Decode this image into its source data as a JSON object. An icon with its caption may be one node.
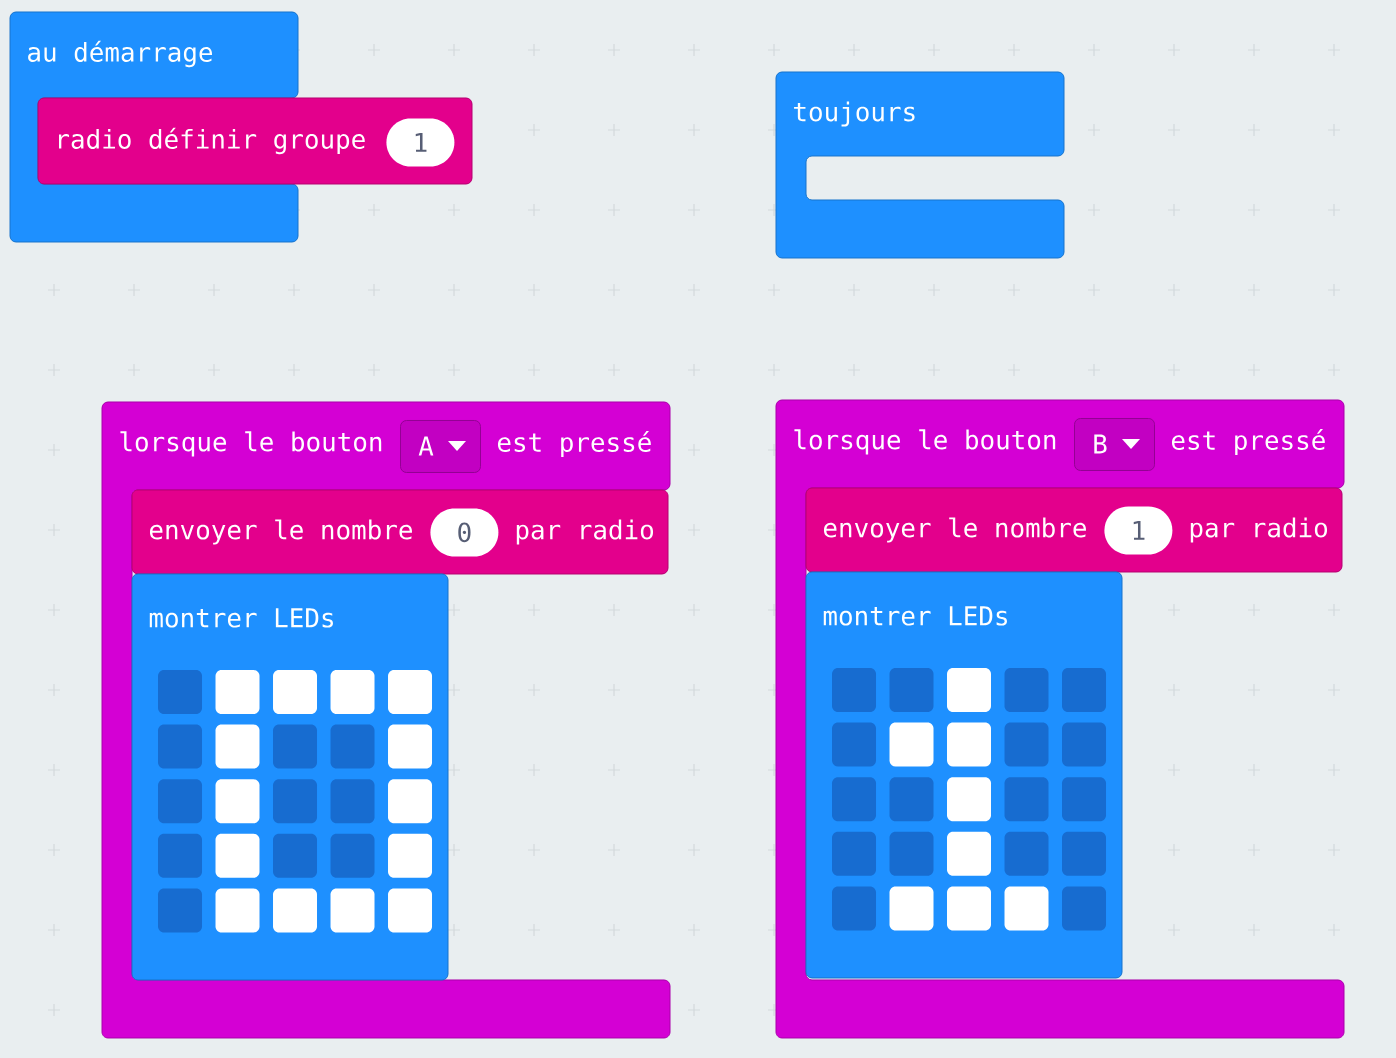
{
  "diagram": {
    "nodes": [
      {
        "text": [
          "au démarrage"
        ]
      },
      {
        "text": [
          "radio définir groupe"
        ]
      },
      {
        "text": [
          "1"
        ],
        "in": 1
      },
      {
        "text": [
          "toujours"
        ]
      },
      {
        "text": [
          "lorsque le bouton",
          "est pressé"
        ]
      },
      {
        "text": [
          "A"
        ],
        "in": 4
      },
      {
        "text": [
          "envoyer le nombre",
          "par radio"
        ],
        "in": 4
      },
      {
        "text": [
          "0"
        ],
        "in": 6
      },
      {
        "text": [
          "montrer LEDs"
        ],
        "in": 4
      },
      {
        "text": [
          "lorsque le bouton",
          "est pressé"
        ]
      },
      {
        "text": [
          "B"
        ],
        "in": 9
      },
      {
        "text": [
          "envoyer le nombre",
          "par radio"
        ],
        "in": 9
      },
      {
        "text": [
          "1"
        ],
        "in": 11
      },
      {
        "text": [
          "montrer LEDs"
        ],
        "in": 9
      }
    ]
  }
}
